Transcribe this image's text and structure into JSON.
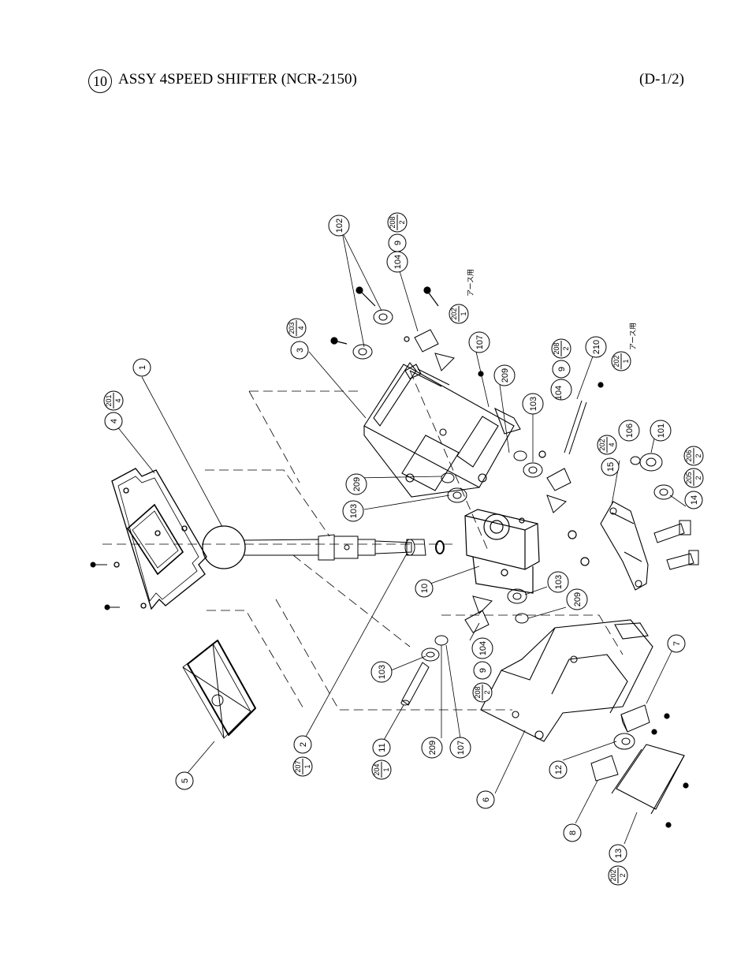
{
  "header": {
    "assembly_number": "10",
    "title": "ASSY 4SPEED SHIFTER (NCR-2150)",
    "page_code": "(D-1/2)"
  },
  "callouts": [
    {
      "id": "c1",
      "text": "1"
    },
    {
      "id": "c2",
      "text": "2"
    },
    {
      "id": "c3",
      "text": "3"
    },
    {
      "id": "c4",
      "text": "4"
    },
    {
      "id": "c5",
      "text": "5"
    },
    {
      "id": "c6",
      "text": "6"
    },
    {
      "id": "c7",
      "text": "7"
    },
    {
      "id": "c8",
      "text": "8"
    },
    {
      "id": "c9a",
      "text": "9"
    },
    {
      "id": "c9b",
      "text": "9"
    },
    {
      "id": "c9c",
      "text": "9"
    },
    {
      "id": "c10",
      "text": "10"
    },
    {
      "id": "c11",
      "text": "11"
    },
    {
      "id": "c12",
      "text": "12"
    },
    {
      "id": "c13",
      "text": "13"
    },
    {
      "id": "c14",
      "text": "14"
    },
    {
      "id": "c15",
      "text": "15"
    },
    {
      "id": "c101",
      "text": "101"
    },
    {
      "id": "c102",
      "text": "102"
    },
    {
      "id": "c103a",
      "text": "103"
    },
    {
      "id": "c103b",
      "text": "103"
    },
    {
      "id": "c103c",
      "text": "103"
    },
    {
      "id": "c103d",
      "text": "103"
    },
    {
      "id": "c104a",
      "text": "104"
    },
    {
      "id": "c104b",
      "text": "104"
    },
    {
      "id": "c104c",
      "text": "104"
    },
    {
      "id": "c106",
      "text": "106"
    },
    {
      "id": "c107a",
      "text": "107"
    },
    {
      "id": "c107b",
      "text": "107"
    },
    {
      "id": "c209a",
      "text": "209"
    },
    {
      "id": "c209b",
      "text": "209"
    },
    {
      "id": "c209c",
      "text": "209"
    },
    {
      "id": "c209d",
      "text": "209"
    },
    {
      "id": "c210",
      "text": "210"
    }
  ],
  "fractions": [
    {
      "id": "f201",
      "num": "201",
      "den": "4"
    },
    {
      "id": "f203",
      "num": "203",
      "den": "4"
    },
    {
      "id": "f208a",
      "num": "208",
      "den": "2"
    },
    {
      "id": "f208b",
      "num": "208",
      "den": "2"
    },
    {
      "id": "f208c",
      "num": "208",
      "den": "2"
    },
    {
      "id": "f202a",
      "num": "202",
      "den": "1"
    },
    {
      "id": "f202b",
      "num": "202",
      "den": "1"
    },
    {
      "id": "f202c",
      "num": "202",
      "den": "4"
    },
    {
      "id": "f202d",
      "num": "202",
      "den": "2"
    },
    {
      "id": "f205",
      "num": "205",
      "den": "2"
    },
    {
      "id": "f206",
      "num": "206",
      "den": "2"
    },
    {
      "id": "f207",
      "num": "207",
      "den": "1"
    },
    {
      "id": "f204",
      "num": "204",
      "den": "1"
    }
  ],
  "notes": {
    "earth_note_a": "アース用",
    "earth_note_b": "アース用"
  }
}
